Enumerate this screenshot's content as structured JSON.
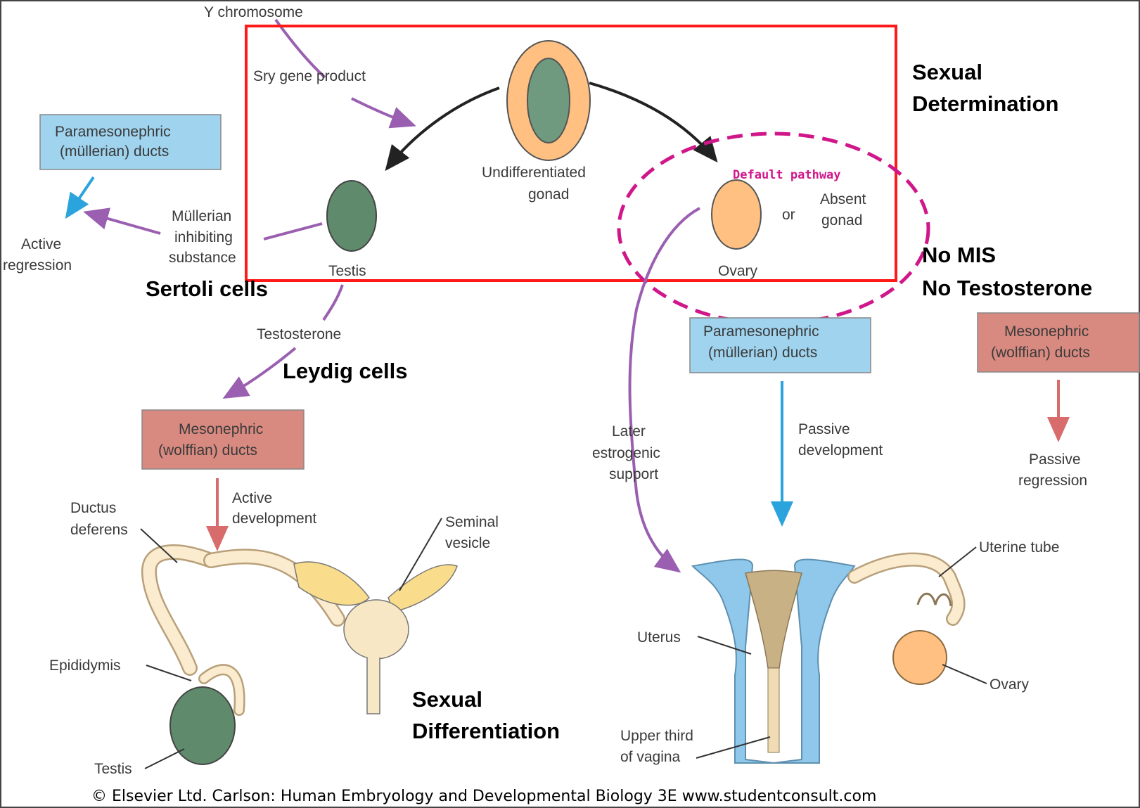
{
  "colors": {
    "red_box": "#ff1a1a",
    "pink_dashed": "#d0178a",
    "blue_box": "#9fd3ee",
    "salmon_box": "#d88a80",
    "purple_arrow": "#9a5fb0",
    "blue_arrow": "#2ba3dc",
    "red_arrow": "#d86b6b",
    "gonad_orange": "#ffc082",
    "testis_green": "#5f8b6c",
    "uterus_blue": "#8fc8ea"
  },
  "labels": {
    "y_chromosome": "Y chromosome",
    "sry": "Sry gene product",
    "undiff_line1": "Undifferentiated",
    "undiff_line2": "gonad",
    "testis_top": "Testis",
    "ovary_top": "Ovary",
    "or": "or",
    "absent_line1": "Absent",
    "absent_line2": "gonad",
    "default_pathway": "Default pathway",
    "muller_left_line1": "Paramesonephric",
    "muller_left_line2": "(müllerian) ducts",
    "active_regression_line1": "Active",
    "active_regression_line2": "regression",
    "mis_line1": "Müllerian",
    "mis_line2": "inhibiting",
    "mis_line3": "substance",
    "testosterone": "Testosterone",
    "wolff_left_line1": "Mesonephric",
    "wolff_left_line2": "(wolffian) ducts",
    "active_dev_line1": "Active",
    "active_dev_line2": "development",
    "ductus_line1": "Ductus",
    "ductus_line2": "deferens",
    "seminal_line1": "Seminal",
    "seminal_line2": "vesicle",
    "epididymis": "Epididymis",
    "testis_bottom": "Testis",
    "later_line1": "Later",
    "later_line2": "estrogenic",
    "later_line3": "support",
    "muller_right_line1": "Paramesonephric",
    "muller_right_line2": "(müllerian) ducts",
    "passive_dev_line1": "Passive",
    "passive_dev_line2": "development",
    "wolff_right_line1": "Mesonephric",
    "wolff_right_line2": "(wolffian) ducts",
    "passive_reg_line1": "Passive",
    "passive_reg_line2": "regression",
    "uterine_tube": "Uterine tube",
    "uterus": "Uterus",
    "ovary_bottom": "Ovary",
    "vagina_line1": "Upper third",
    "vagina_line2": "of vagina"
  },
  "annotations": {
    "sexual_determination_line1": "Sexual",
    "sexual_determination_line2": "Determination",
    "sertoli": "Sertoli cells",
    "leydig": "Leydig cells",
    "no_mis": "No MIS",
    "no_testosterone": "No Testosterone",
    "sexual_differentiation_line1": "Sexual",
    "sexual_differentiation_line2": "Differentiation"
  },
  "credit": "© Elsevier Ltd. Carlson: Human Embryology and Developmental Biology 3E www.studentconsult.com"
}
